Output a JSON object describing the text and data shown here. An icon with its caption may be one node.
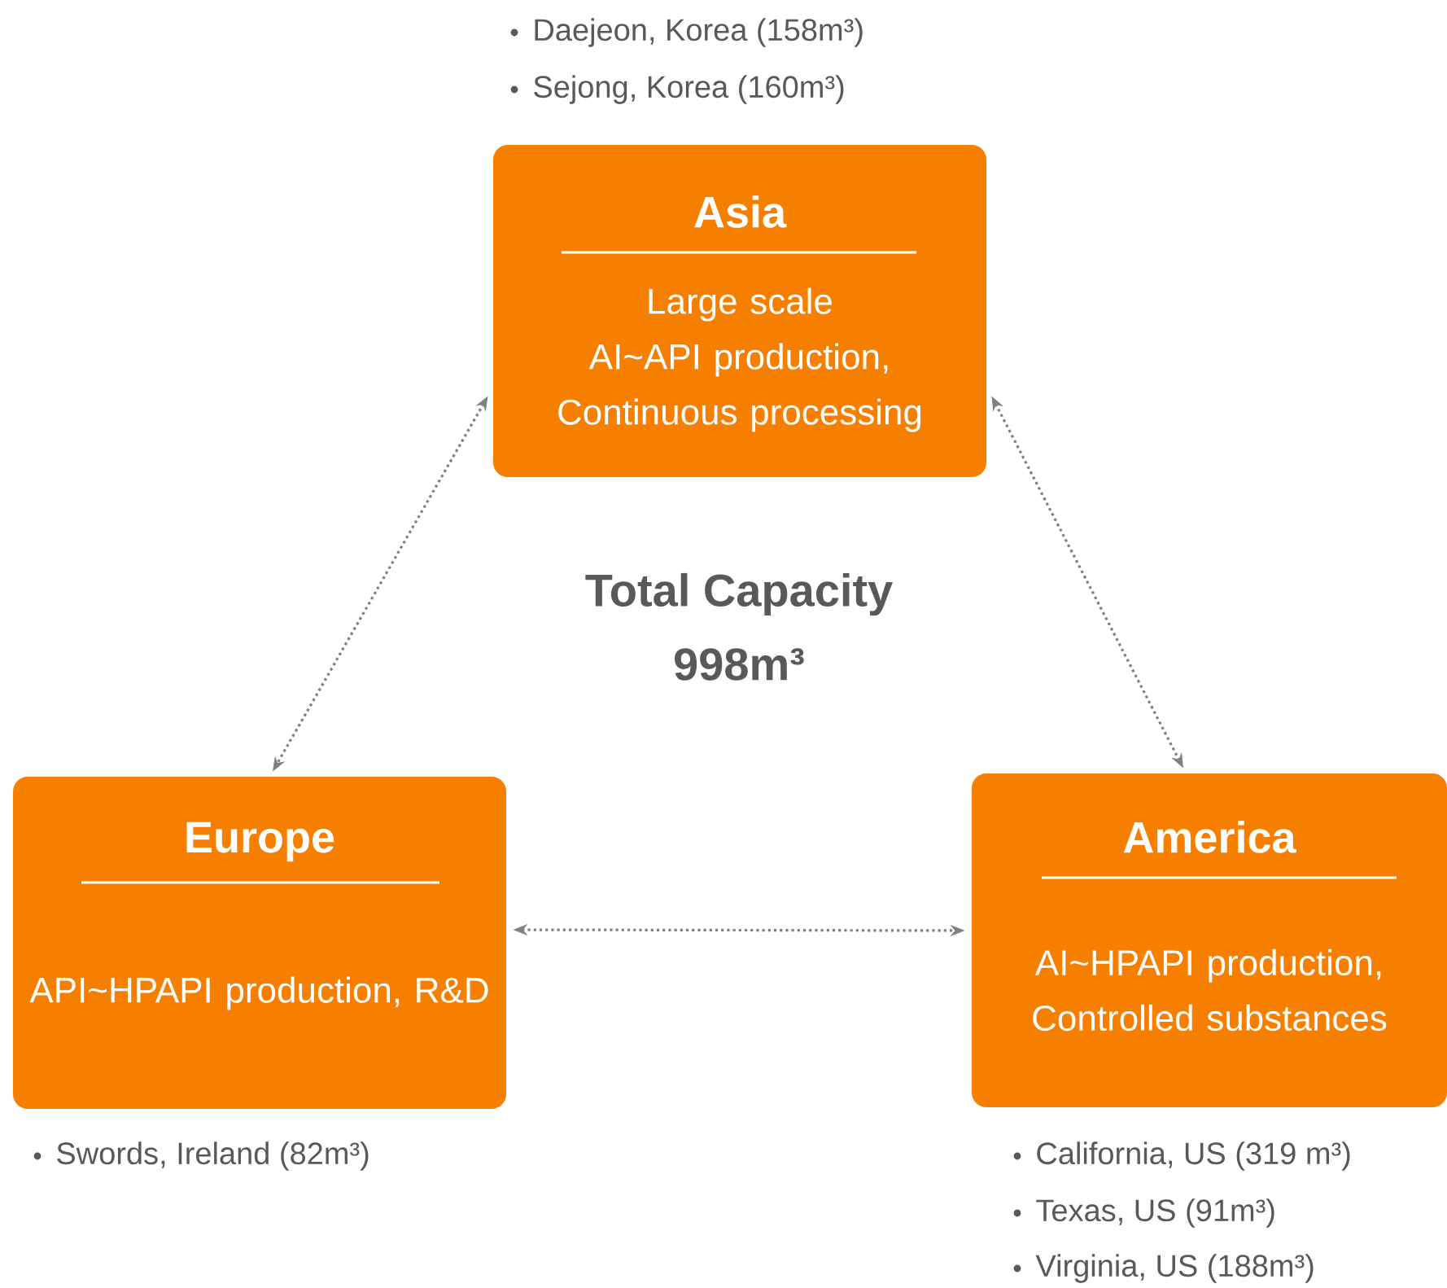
{
  "diagram": {
    "nodes": [
      {
        "text": [
          "Asia",
          "Large scale AI~API production, Continuous processing"
        ],
        "beside": [
          "Daejeon, Korea (158m³)",
          "Sejong, Korea (160m³)"
        ]
      },
      {
        "text": [
          "Europe",
          "API~HPAPI production, R&D"
        ],
        "beside": [
          "Swords, Ireland (82m³)"
        ]
      },
      {
        "text": [
          "America",
          "AI~HPAPI production, Controlled substances"
        ],
        "beside": [
          "California, US (319 m³)",
          "Texas, US (91m³)",
          "Virginia, US (188m³)"
        ]
      }
    ],
    "edges": [
      {
        "from": 0,
        "to": 1,
        "arrow": "both",
        "style": "dashed"
      },
      {
        "from": 0,
        "to": 2,
        "arrow": "both",
        "style": "dashed"
      },
      {
        "from": 1,
        "to": 2,
        "arrow": "both",
        "style": "dashed"
      }
    ],
    "labels": [
      "Total Capacity",
      "998m³"
    ]
  }
}
